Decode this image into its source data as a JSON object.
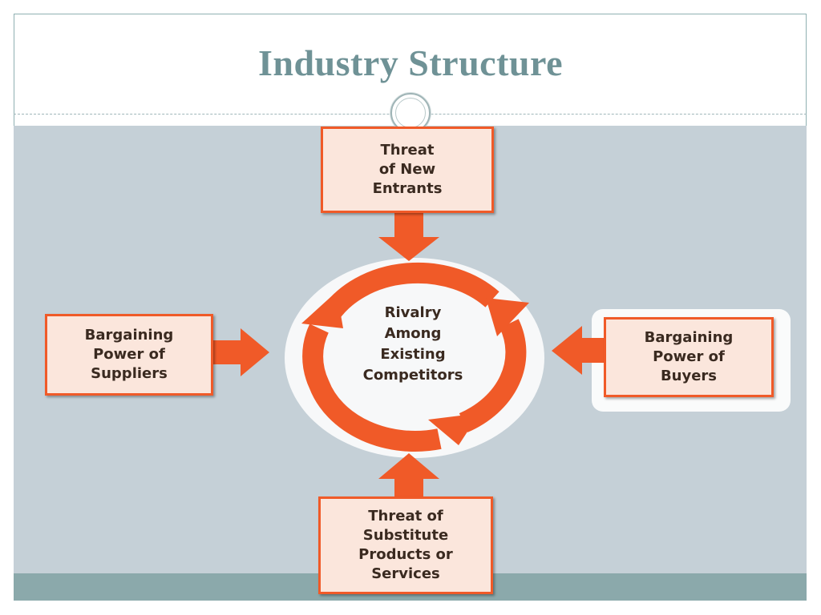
{
  "slide": {
    "title": "Industry Structure"
  },
  "diagram": {
    "center": "Rivalry\nAmong\nExisting\nCompetitors",
    "top": "Threat\nof New\nEntrants",
    "left": "Bargaining\nPower of\nSuppliers",
    "right": "Bargaining\nPower of\nBuyers",
    "bottom": "Threat of\nSubstitute\nProducts or\nServices"
  },
  "colors": {
    "accent": "#f05a28",
    "box_fill": "#fbe6dc",
    "title": "#6f9296",
    "panel": "#c5d0d7",
    "band": "#8ba9ab"
  }
}
